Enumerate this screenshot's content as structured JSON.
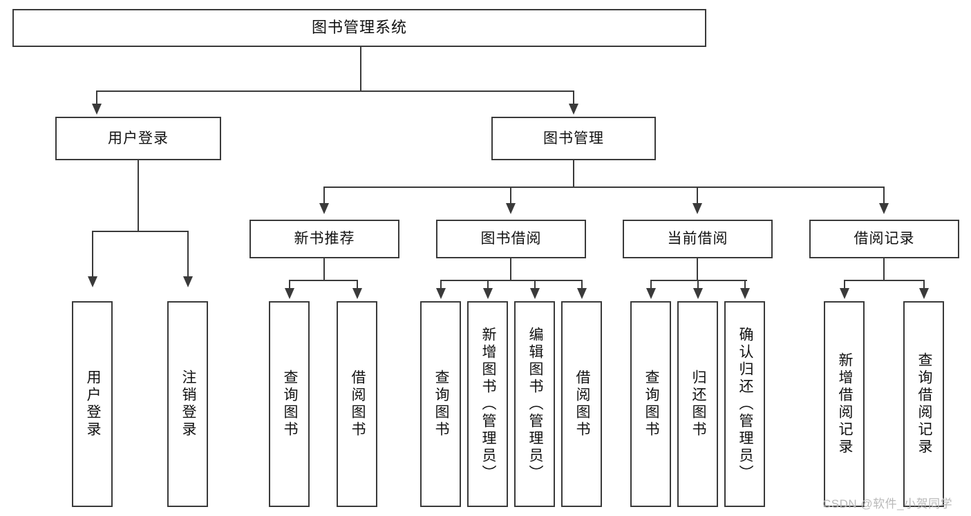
{
  "diagram": {
    "type": "hierarchy-tree",
    "title": "图书管理系统",
    "root": {
      "label": "图书管理系统"
    },
    "level2": [
      {
        "label": "用户登录"
      },
      {
        "label": "图书管理"
      }
    ],
    "level3": [
      {
        "label": "新书推荐"
      },
      {
        "label": "图书借阅"
      },
      {
        "label": "当前借阅"
      },
      {
        "label": "借阅记录"
      }
    ],
    "leaves": {
      "user_login": [
        {
          "label": "用户登录"
        },
        {
          "label": "注销登录"
        }
      ],
      "new_book_recommend": [
        {
          "label": "查询图书"
        },
        {
          "label": "借阅图书"
        }
      ],
      "book_borrow": [
        {
          "label": "查询图书"
        },
        {
          "label": "新增图书（管理员）"
        },
        {
          "label": "编辑图书（管理员）"
        },
        {
          "label": "借阅图书"
        }
      ],
      "current_borrow": [
        {
          "label": "查询图书"
        },
        {
          "label": "归还图书"
        },
        {
          "label": "确认归还（管理员）"
        }
      ],
      "borrow_records": [
        {
          "label": "新增借阅记录"
        },
        {
          "label": "查询借阅记录"
        }
      ]
    },
    "watermark": "CSDN @软件_小贺同学",
    "colors": {
      "stroke": "#3a3a3a",
      "fill": "#ffffff",
      "text": "#111111",
      "watermark": "#b9b9b9"
    }
  }
}
